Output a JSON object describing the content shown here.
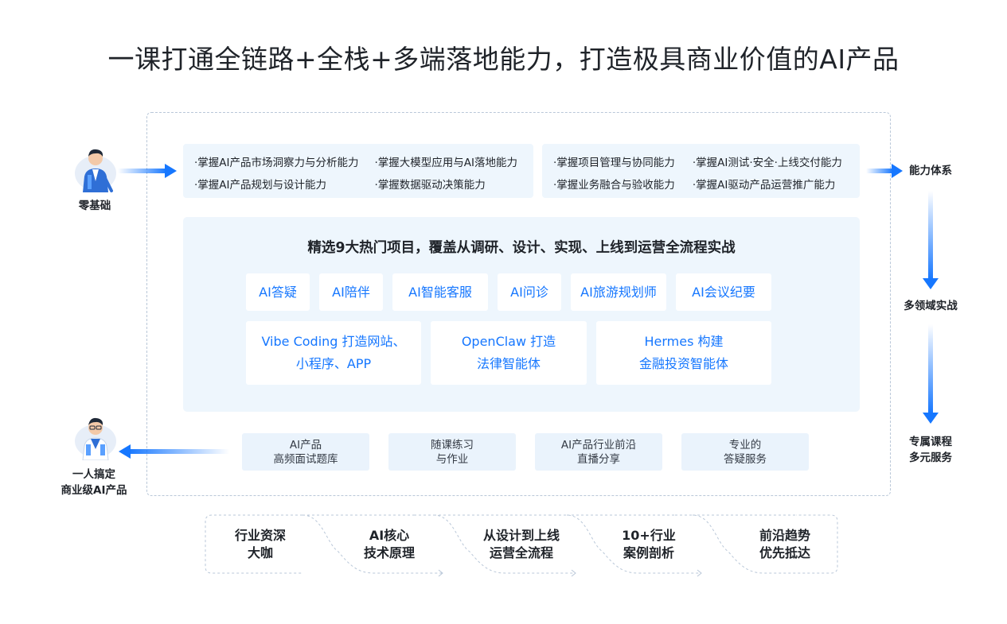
{
  "title": "一课打通全链路+全栈+多端落地能力，打造极具商业价值的AI产品",
  "start": {
    "label": "零基础"
  },
  "end": {
    "line1": "一人搞定",
    "line2": "商业级AI产品"
  },
  "skills_left": [
    "·掌握AI产品市场洞察力与分析能力",
    "·掌握大模型应用与AI落地能力",
    "·掌握AI产品规划与设计能力",
    "·掌握数据驱动决策能力"
  ],
  "skills_right": [
    "·掌握项目管理与协同能力",
    "·掌握AI测试·安全·上线交付能力",
    "·掌握业务融合与验收能力",
    "·掌握AI驱动产品运营推广能力"
  ],
  "projects": {
    "heading": "精选9大热门项目，覆盖从调研、设计、实现、上线到运营全流程实战",
    "row1": [
      "AI答疑",
      "AI陪伴",
      "AI智能客服",
      "AI问诊",
      "AI旅游规划师",
      "AI会议纪要"
    ],
    "row2": [
      {
        "line1": "Vibe Coding 打造网站、",
        "line2": "小程序、APP"
      },
      {
        "line1": "OpenClaw 打造",
        "line2": "法律智能体"
      },
      {
        "line1": "Hermes 构建",
        "line2": "金融投资智能体"
      }
    ]
  },
  "services": [
    {
      "line1": "AI产品",
      "line2": "高频面试题库"
    },
    {
      "line1": "随课练习",
      "line2": "与作业"
    },
    {
      "line1": "AI产品行业前沿",
      "line2": "直播分享"
    },
    {
      "line1": "专业的",
      "line2": "答疑服务"
    }
  ],
  "right_labels": {
    "ability": "能力体系",
    "practice": "多领域实战",
    "service_line1": "专属课程",
    "service_line2": "多元服务"
  },
  "features": [
    {
      "line1": "行业资深",
      "line2": "大咖"
    },
    {
      "line1": "AI核心",
      "line2": "技术原理"
    },
    {
      "line1": "从设计到上线",
      "line2": "运营全流程"
    },
    {
      "line1": "10+行业",
      "line2": "案例剖析"
    },
    {
      "line1": "前沿趋势",
      "line2": "优先抵达"
    }
  ],
  "colors": {
    "accent": "#1677ff",
    "panel": "#eef6fd",
    "service_bg": "#eaf3fc",
    "dash": "#b9c7d8"
  }
}
